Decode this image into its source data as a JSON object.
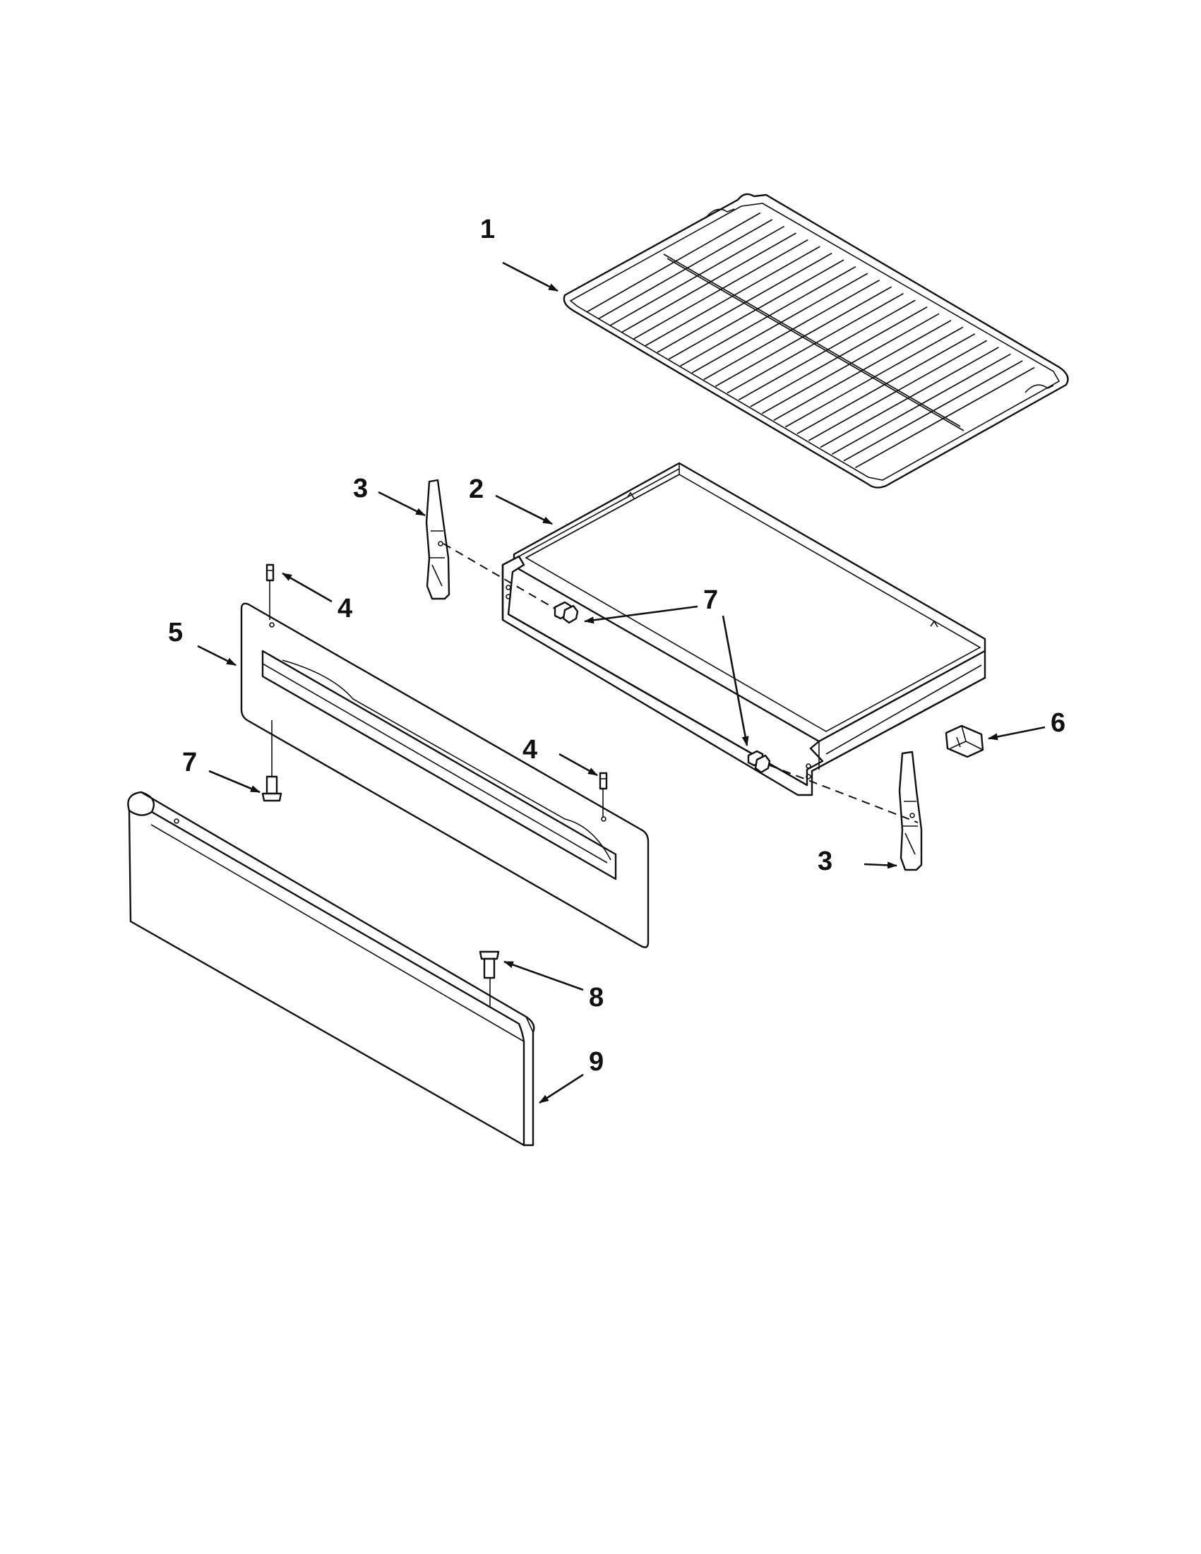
{
  "callouts": [
    {
      "id": "c1",
      "label": "1"
    },
    {
      "id": "c2",
      "label": "2"
    },
    {
      "id": "c3a",
      "label": "3"
    },
    {
      "id": "c3b",
      "label": "3"
    },
    {
      "id": "c4a",
      "label": "4"
    },
    {
      "id": "c4b",
      "label": "4"
    },
    {
      "id": "c5",
      "label": "5"
    },
    {
      "id": "c6",
      "label": "6"
    },
    {
      "id": "c7a",
      "label": "7"
    },
    {
      "id": "c7b",
      "label": "7"
    },
    {
      "id": "c8",
      "label": "8"
    },
    {
      "id": "c9",
      "label": "9"
    }
  ],
  "parts": [
    {
      "ref": "1",
      "name": "oven-rack"
    },
    {
      "ref": "2",
      "name": "drawer-body"
    },
    {
      "ref": "3",
      "name": "drawer-slide-bracket"
    },
    {
      "ref": "4",
      "name": "stud"
    },
    {
      "ref": "5",
      "name": "drawer-front-panel"
    },
    {
      "ref": "6",
      "name": "drawer-stop-clip"
    },
    {
      "ref": "7",
      "name": "screw"
    },
    {
      "ref": "8",
      "name": "screw"
    },
    {
      "ref": "9",
      "name": "drawer-front-trim"
    }
  ]
}
